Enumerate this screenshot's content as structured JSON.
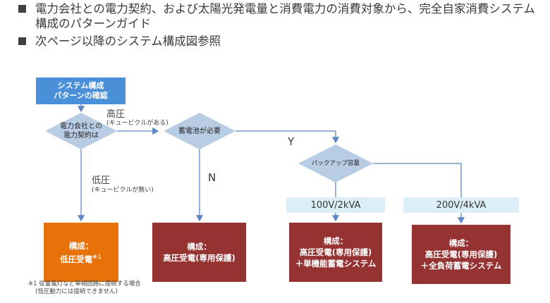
{
  "bullets": [
    "電力会社との電力契約、および太陽光発電量と消費電力の消費対象から、完全自家消費システム構成のパターンガイド",
    "次ページ以降のシステム構成図参照"
  ],
  "start": {
    "line1": "システム構成",
    "line2": "パターンの確認"
  },
  "decision1": {
    "line1": "電力会社との",
    "line2": "電力契約は"
  },
  "decision2": {
    "text": "蓄電池が必要"
  },
  "decision3": {
    "text": "バックアップ容量"
  },
  "labels": {
    "high": "高圧",
    "high_sub": "(キュービクルがある)",
    "low": "低圧",
    "low_sub": "(キュービクルが無い)",
    "yes": "Y",
    "no": "N"
  },
  "capacities": [
    "100V/2kVA",
    "200V/4kVA"
  ],
  "boxes": [
    {
      "title": "構成：",
      "line": "低圧受電",
      "sup": "※１",
      "extra": ""
    },
    {
      "title": "構成：",
      "line": "高圧受電(専用保護)",
      "sup": "",
      "extra": ""
    },
    {
      "title": "構成：",
      "line": "高圧受電(専用保護)",
      "sup": "",
      "extra": "＋単機能蓄電システム"
    },
    {
      "title": "構成：",
      "line": "高圧受電(専用保護)",
      "sup": "",
      "extra": "＋全負荷蓄電システム"
    }
  ],
  "footnote": {
    "line1": "※1 従量電灯など単相回路に接続する場合",
    "line2": "(低圧動力には接続できません)"
  },
  "colors": {
    "start": "#4a90d9",
    "decision": "#b8cce4",
    "orange": "#e8710a",
    "red": "#953333",
    "capacity": "#dceef7",
    "arrow": "#5b87c5"
  }
}
